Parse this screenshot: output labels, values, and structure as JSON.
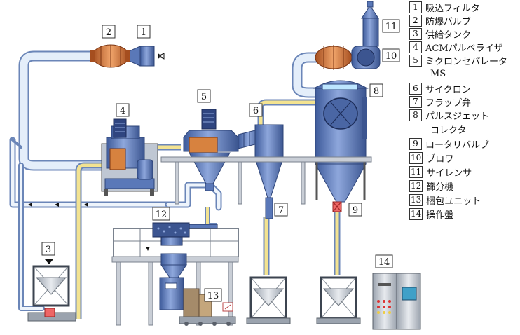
{
  "legend": [
    {
      "num": "1",
      "label": "吸込フィルタ"
    },
    {
      "num": "2",
      "label": "防爆バルブ"
    },
    {
      "num": "3",
      "label": "供給タンク"
    },
    {
      "num": "4",
      "label": "ACMパルベライザ"
    },
    {
      "num": "5",
      "label": "ミクロンセパレータ",
      "cont": "MS"
    },
    {
      "num": "6",
      "label": "サイクロン"
    },
    {
      "num": "7",
      "label": "フラップ弁"
    },
    {
      "num": "8",
      "label": "パルスジェット",
      "cont": "コレクタ"
    },
    {
      "num": "9",
      "label": "ロータリバルブ"
    },
    {
      "num": "10",
      "label": "ブロワ"
    },
    {
      "num": "11",
      "label": "サイレンサ"
    },
    {
      "num": "12",
      "label": "篩分機"
    },
    {
      "num": "13",
      "label": "梱包ユニット"
    },
    {
      "num": "14",
      "label": "操作盤"
    }
  ],
  "callouts": [
    "1",
    "2",
    "3",
    "4",
    "5",
    "6",
    "7",
    "8",
    "9",
    "10",
    "11",
    "12",
    "13",
    "14"
  ],
  "colors": {
    "equipment_blue": "#5a78b8",
    "equipment_dark": "#3c5590",
    "pipe_light": "#dde9f7",
    "pipe_outline": "#6b86b8",
    "product_line": "#f1e08c",
    "valve_orange": "#d7823f",
    "frame_gray": "#c9ced6"
  },
  "icons": [
    "motor-icon",
    "rotary-valve-icon",
    "flow-arrow-icon",
    "warning-triangle-icon"
  ]
}
